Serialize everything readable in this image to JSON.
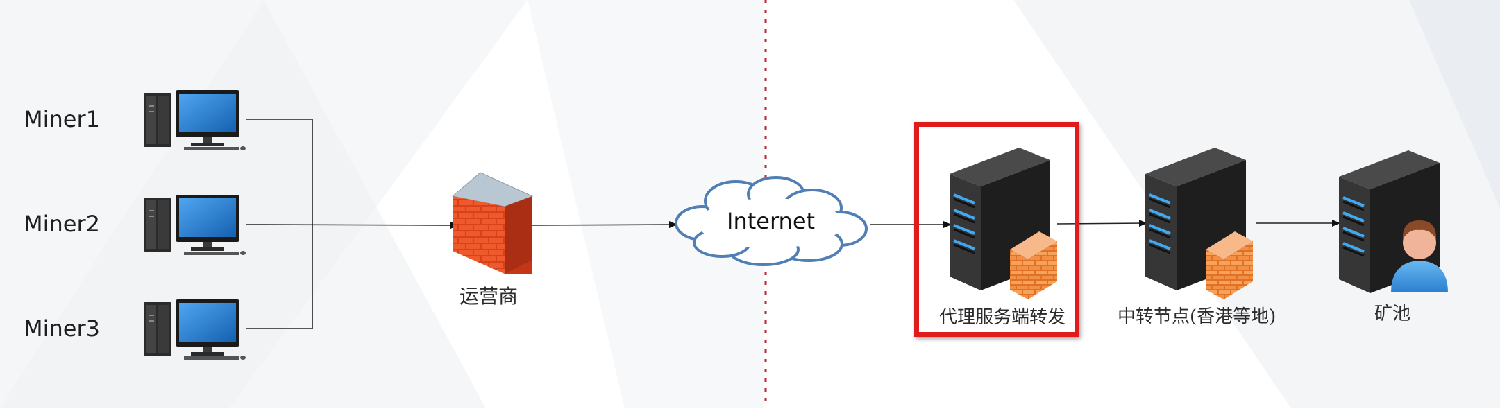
{
  "miners": [
    {
      "label": "Miner1"
    },
    {
      "label": "Miner2"
    },
    {
      "label": "Miner3"
    }
  ],
  "isp": {
    "label": "运营商"
  },
  "internet": {
    "label": "Internet"
  },
  "proxy": {
    "label": "代理服务端转发"
  },
  "relay": {
    "label": "中转节点(香港等地)"
  },
  "pool": {
    "label": "矿池"
  },
  "colors": {
    "highlight": "#e01b1b",
    "boundary": "#c0232b",
    "monitor_screen": "#1f74c4",
    "server_body": "#2e2e2e",
    "server_led": "#3fa9f5",
    "firewall_brick": "#f08a3c",
    "isp_brick": "#e14b22",
    "cloud": "#4f7fb4"
  },
  "icons": {
    "miner": "desktop-computer-icon",
    "isp": "firewall-icon",
    "internet": "cloud-icon",
    "proxy": "server-firewall-icon",
    "relay": "server-firewall-icon",
    "pool": "server-user-icon"
  }
}
